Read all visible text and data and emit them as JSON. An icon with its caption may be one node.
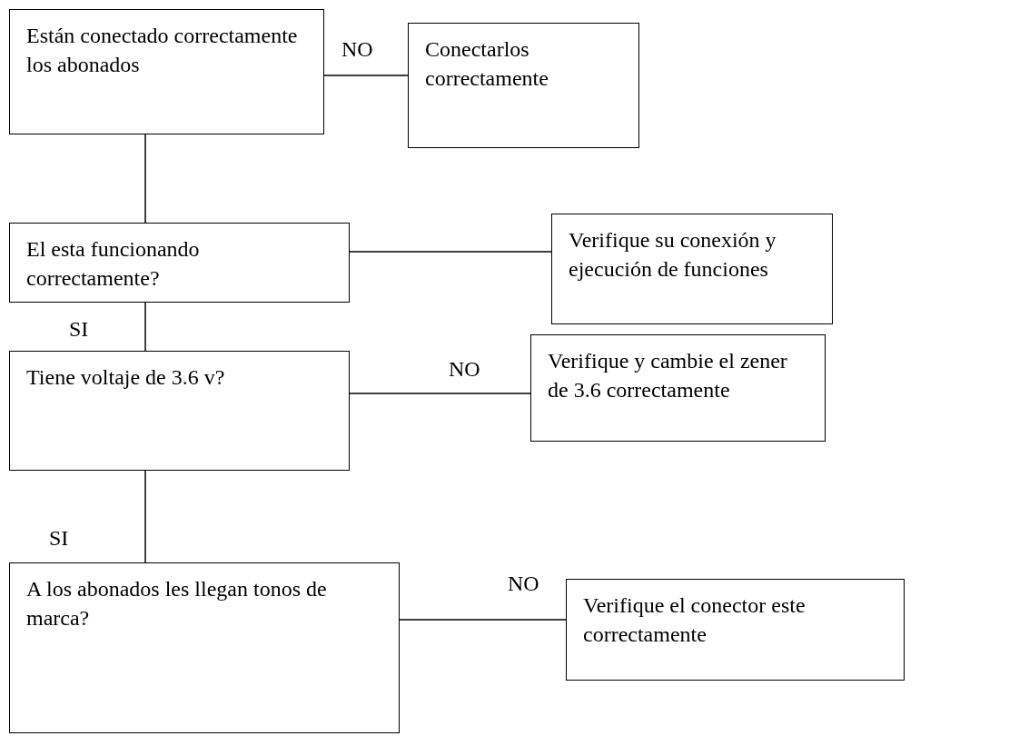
{
  "diagram": {
    "nodes": [
      {
        "text": [
          "Están conectado correctamente los abonados"
        ]
      },
      {
        "text": [
          "Conectarlos correctamente"
        ]
      },
      {
        "text": [
          "El esta funcionando correctamente?"
        ]
      },
      {
        "text": [
          "Verifique su conexión y ejecución de funciones"
        ]
      },
      {
        "text": [
          "Tiene voltaje de 3.6 v?"
        ]
      },
      {
        "text": [
          "Verifique y cambie el zener de 3.6 correctamente"
        ]
      },
      {
        "text": [
          "A los abonados les llegan tonos de marca?"
        ]
      },
      {
        "text": [
          "Verifique el conector este correctamente"
        ]
      }
    ],
    "edges": [
      {
        "from": 0,
        "to": 1,
        "arrow": "none",
        "label": "NO"
      },
      {
        "from": 0,
        "to": 2,
        "arrow": "none"
      },
      {
        "from": 2,
        "to": 3,
        "arrow": "none"
      },
      {
        "from": 2,
        "to": 4,
        "arrow": "none",
        "label": "SI"
      },
      {
        "from": 4,
        "to": 5,
        "arrow": "none",
        "label": "NO"
      },
      {
        "from": 4,
        "to": 6,
        "arrow": "none",
        "label": "SI"
      },
      {
        "from": 6,
        "to": 7,
        "arrow": "none",
        "label": "NO"
      }
    ]
  }
}
